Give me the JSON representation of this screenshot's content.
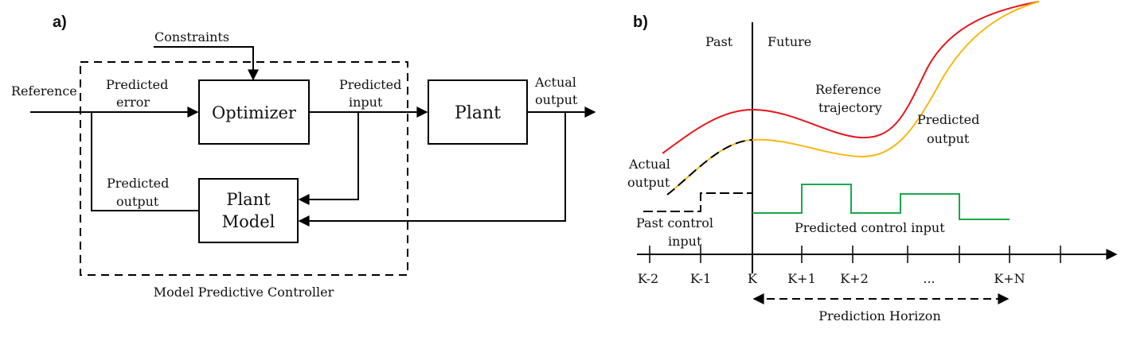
{
  "panel_a": {
    "label": "a)",
    "constraints": "Constraints",
    "reference": "Reference",
    "predicted_error": [
      "Predicted",
      "error"
    ],
    "optimizer": "Optimizer",
    "predicted_input": [
      "Predicted",
      "input"
    ],
    "plant": "Plant",
    "actual_output": [
      "Actual",
      "output"
    ],
    "predicted_output": [
      "Predicted",
      "output"
    ],
    "plant_model": [
      "Plant",
      "Model"
    ],
    "controller_caption": "Model Predictive Controller"
  },
  "panel_b": {
    "label": "b)",
    "past": "Past",
    "future": "Future",
    "reference_trajectory": [
      "Reference",
      "trajectory"
    ],
    "predicted_output": [
      "Predicted",
      "output"
    ],
    "actual_output": [
      "Actual",
      "output"
    ],
    "past_control_input": [
      "Past control",
      "input"
    ],
    "predicted_control_input": "Predicted control input",
    "ticks": [
      "K-2",
      "K-1",
      "K",
      "K+1",
      "K+2",
      "...",
      "K+N"
    ],
    "prediction_horizon": "Prediction Horizon",
    "colors": {
      "reference": "#e8141c",
      "predicted_output": "#f6b80f",
      "control_input": "#1aa84a",
      "actual": "#000000"
    }
  }
}
